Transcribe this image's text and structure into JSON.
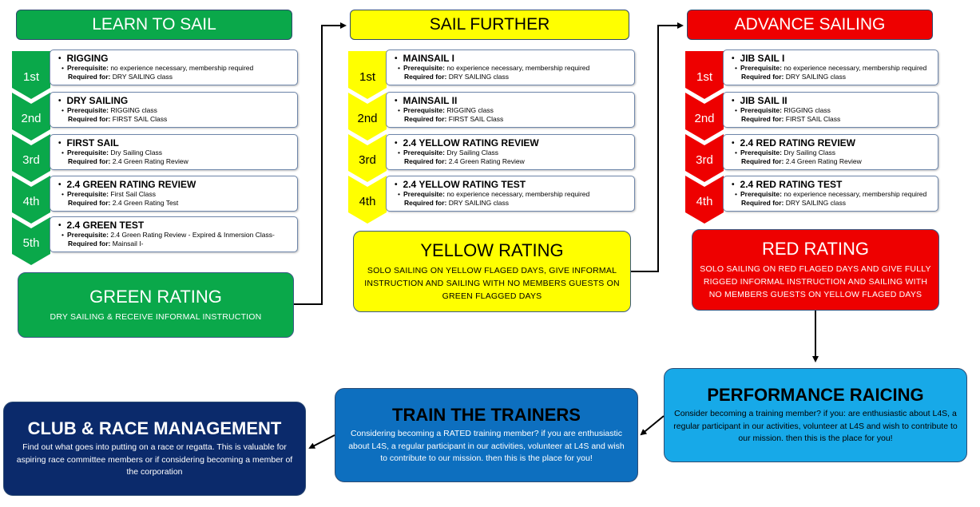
{
  "columns": [
    {
      "header": "LEARN TO SAIL",
      "courses": [
        {
          "step": "1st",
          "title": "RIGGING",
          "prereq_label": "Prerequisite:",
          "prereq": "no experience necessary, membership required",
          "req_label": "Required for:",
          "req": "DRY SAILING class"
        },
        {
          "step": "2nd",
          "title": "DRY SAILING",
          "prereq_label": "Prerequisite:",
          "prereq": "RIGGING class",
          "req_label": "Required for:",
          "req": "FIRST SAIL Class"
        },
        {
          "step": "3rd",
          "title": "FIRST SAIL",
          "prereq_label": "Prerequisite:",
          "prereq": "Dry Sailing Class",
          "req_label": "Required for:",
          "req": "2.4 Green Rating Review"
        },
        {
          "step": "4th",
          "title": "2.4 GREEN RATING REVIEW",
          "prereq_label": "Prerequisite:",
          "prereq": "First Sail Class",
          "req_label": "Required for:",
          "req": "2.4 Green Rating Test"
        },
        {
          "step": "5th",
          "title": "2.4 GREEN TEST",
          "prereq_label": "Prerequisite:",
          "prereq": "2.4 Green Rating Review - Expired & Inmersion Class-",
          "req_label": "Required for:",
          "req": "Mainsail I-"
        }
      ],
      "rating_title": "GREEN RATING",
      "rating_desc": "DRY SAILING & RECEIVE INFORMAL INSTRUCTION"
    },
    {
      "header": "SAIL FURTHER",
      "courses": [
        {
          "step": "1st",
          "title": "MAINSAIL I",
          "prereq_label": "Prerequisite:",
          "prereq": "no experience necessary, membership required",
          "req_label": "Required for:",
          "req": "DRY SAILING class"
        },
        {
          "step": "2nd",
          "title": "MAINSAIL II",
          "prereq_label": "Prerequisite:",
          "prereq": "RIGGING class",
          "req_label": "Required for:",
          "req": "FIRST SAIL Class"
        },
        {
          "step": "3rd",
          "title": "2.4 YELLOW RATING REVIEW",
          "prereq_label": "Prerequisite:",
          "prereq": "Dry Sailing Class",
          "req_label": "Required for:",
          "req": "2.4 Green Rating Review"
        },
        {
          "step": "4th",
          "title": "2.4 YELLOW RATING TEST",
          "prereq_label": "Prerequisite:",
          "prereq": "no experience necessary, membership required",
          "req_label": "Required for:",
          "req": "DRY SAILING class"
        }
      ],
      "rating_title": "YELLOW RATING",
      "rating_desc": "SOLO SAILING ON YELLOW FLAGED DAYS, GIVE INFORMAL INSTRUCTION  AND  SAILING WITH NO MEMBERS GUESTS ON GREEN FLAGGED DAYS"
    },
    {
      "header": "ADVANCE SAILING",
      "courses": [
        {
          "step": "1st",
          "title": "JIB SAIL I",
          "prereq_label": "Prerequisite:",
          "prereq": "no experience necessary, membership required",
          "req_label": "Required for:",
          "req": "DRY SAILING class"
        },
        {
          "step": "2nd",
          "title": "JIB SAIL II",
          "prereq_label": "Prerequisite:",
          "prereq": "RIGGING class",
          "req_label": "Required for:",
          "req": "FIRST SAIL Class"
        },
        {
          "step": "3rd",
          "title": "2.4 RED RATING REVIEW",
          "prereq_label": "Prerequisite:",
          "prereq": "Dry Sailing Class",
          "req_label": "Required for:",
          "req": "2.4 Green Rating Review"
        },
        {
          "step": "4th",
          "title": "2.4 RED RATING TEST",
          "prereq_label": "Prerequisite:",
          "prereq": "no experience necessary, membership required",
          "req_label": "Required for:",
          "req": "DRY SAILING class"
        }
      ],
      "rating_title": "RED RATING",
      "rating_desc": "SOLO SAILING ON RED FLAGED DAYS AND GIVE FULLY RIGGED INFORMAL INSTRUCTION AND SAILING WITH NO MEMBERS GUESTS ON YELLOW FLAGED DAYS"
    }
  ],
  "bottom": {
    "performance": {
      "title": "PERFORMANCE RAICING",
      "desc": "Consider becoming a training member? if you: are enthusiastic about L4S, a regular participant in our activities, volunteer at L4S and wish to contribute to our mission. then this is the place for you!"
    },
    "trainers": {
      "title": "TRAIN THE TRAINERS",
      "desc": "Considering becoming a RATED training member? if you are enthusiastic about L4S, a regular participant in our activities, volunteer at L4S and wish to contribute to our mission. then this is the place for you!"
    },
    "club": {
      "title": "CLUB & RACE MANAGEMENT",
      "desc": "Find out what goes into putting on a race or regatta. This is valuable for aspiring race committee members or if considering becoming a member of the corporation"
    }
  },
  "colors": {
    "green": "#0aa84a",
    "yellow": "#ffff00",
    "red": "#ee0000",
    "performance": "#17a9e8",
    "trainers": "#0d6fbf",
    "club": "#0b2a6b"
  }
}
